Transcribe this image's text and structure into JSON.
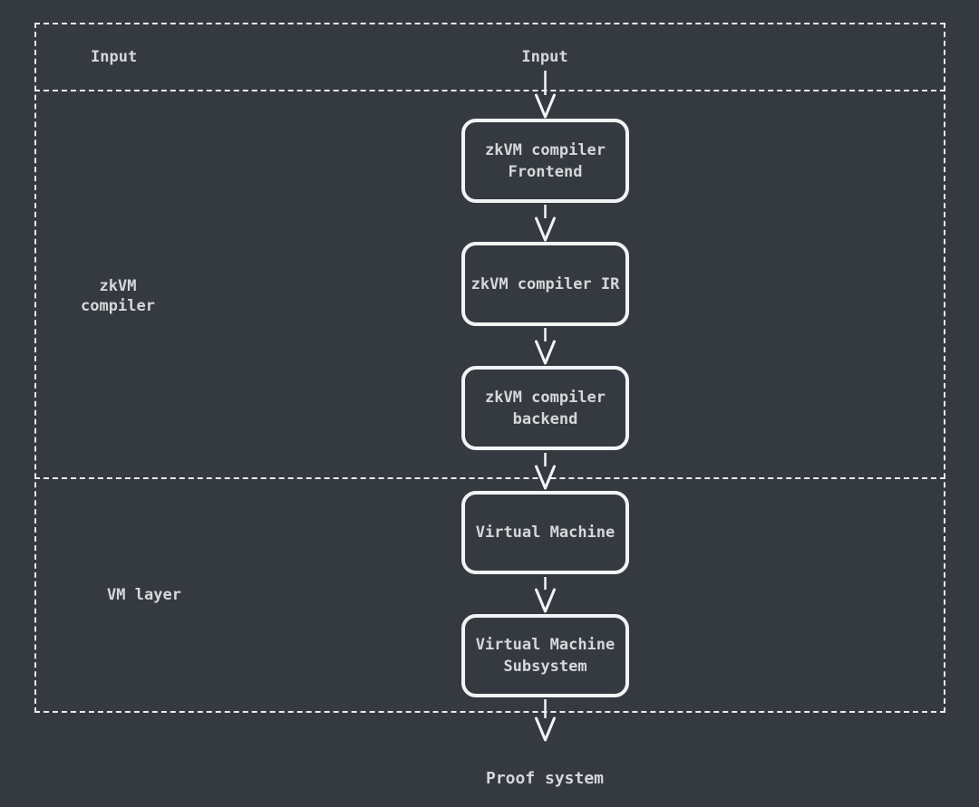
{
  "diagram": {
    "title_context": "zkVM architecture flow",
    "sections": {
      "input": {
        "label": "Input"
      },
      "compiler": {
        "label": "zkVM\ncompiler"
      },
      "vm": {
        "label": "VM layer"
      }
    },
    "flow": {
      "source_label": "Input",
      "sink_label": "Proof system"
    },
    "nodes": [
      {
        "id": "zkvm-compiler-frontend",
        "label": "zkVM compiler\nFrontend"
      },
      {
        "id": "zkvm-compiler-ir",
        "label": "zkVM compiler IR"
      },
      {
        "id": "zkvm-compiler-backend",
        "label": "zkVM compiler\nbackend"
      },
      {
        "id": "virtual-machine",
        "label": "Virtual Machine"
      },
      {
        "id": "virtual-machine-subsystem",
        "label": "Virtual Machine\nSubsystem"
      }
    ],
    "edges": [
      {
        "from": "input",
        "to": "zkvm-compiler-frontend"
      },
      {
        "from": "zkvm-compiler-frontend",
        "to": "zkvm-compiler-ir"
      },
      {
        "from": "zkvm-compiler-ir",
        "to": "zkvm-compiler-backend"
      },
      {
        "from": "zkvm-compiler-backend",
        "to": "virtual-machine"
      },
      {
        "from": "virtual-machine",
        "to": "virtual-machine-subsystem"
      },
      {
        "from": "virtual-machine-subsystem",
        "to": "proof-system"
      }
    ],
    "colors": {
      "background": "#343a40",
      "stroke": "#f2f3f4",
      "dashed_border": "#e9ebec",
      "text": "#d5d8da"
    }
  }
}
